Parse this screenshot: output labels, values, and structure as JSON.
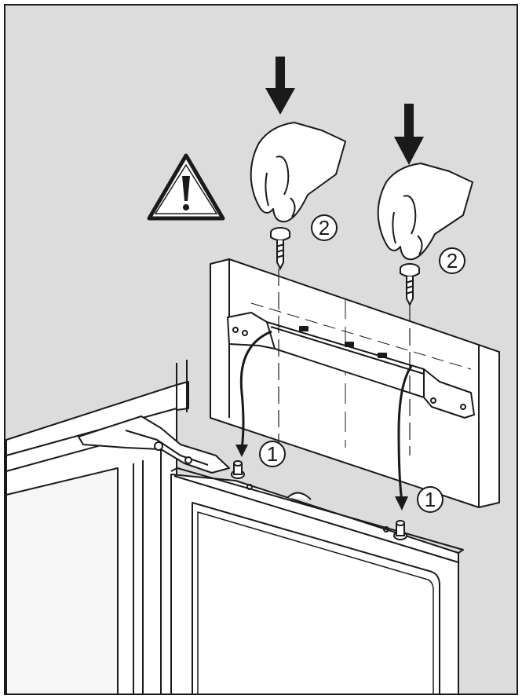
{
  "diagram": {
    "step_labels": {
      "left_lower": "1",
      "right_lower": "1",
      "left_upper": "2",
      "right_upper": "2"
    },
    "icons": {
      "warning": "warning-triangle-icon",
      "push_arrow": "down-arrow-icon",
      "hand": "hand-holding-screw-icon",
      "screw": "screw-icon"
    },
    "colors": {
      "wall": "#dcdcdc",
      "line": "#1a1a1a",
      "panel": "#ffffff"
    }
  }
}
